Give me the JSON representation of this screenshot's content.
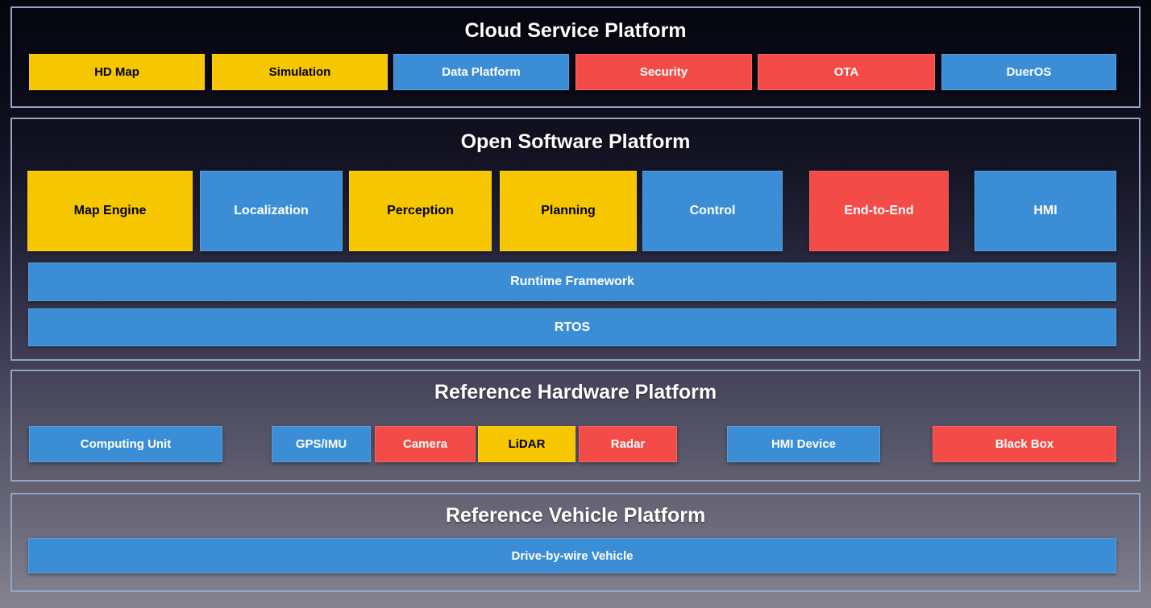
{
  "palette": {
    "yellow": {
      "bg": "#f6c601",
      "text": "#000000"
    },
    "blue": {
      "bg": "#3b8ed6",
      "text": "#ffffff"
    },
    "red": {
      "bg": "#f34b47",
      "text": "#ffffff"
    },
    "section_border": "#93a5c5",
    "title_text": "#ffffff"
  },
  "sections": [
    {
      "title": "Cloud Service Platform",
      "blocks": [
        {
          "label": "HD Map",
          "color": "yellow"
        },
        {
          "label": "Simulation",
          "color": "yellow"
        },
        {
          "label": "Data Platform",
          "color": "blue"
        },
        {
          "label": "Security",
          "color": "red"
        },
        {
          "label": "OTA",
          "color": "red"
        },
        {
          "label": "DuerOS",
          "color": "blue"
        }
      ]
    },
    {
      "title": "Open Software Platform",
      "blocks": [
        {
          "label": "Map Engine",
          "color": "yellow"
        },
        {
          "label": "Localization",
          "color": "blue"
        },
        {
          "label": "Perception",
          "color": "yellow"
        },
        {
          "label": "Planning",
          "color": "yellow"
        },
        {
          "label": "Control",
          "color": "blue"
        },
        {
          "label": "End-to-End",
          "color": "red"
        },
        {
          "label": "HMI",
          "color": "blue"
        }
      ],
      "bars": [
        {
          "label": "Runtime Framework",
          "color": "blue"
        },
        {
          "label": "RTOS",
          "color": "blue"
        }
      ]
    },
    {
      "title": "Reference Hardware Platform",
      "blocks": [
        {
          "label": "Computing Unit",
          "color": "blue"
        },
        {
          "label": "GPS/IMU",
          "color": "blue"
        },
        {
          "label": "Camera",
          "color": "red"
        },
        {
          "label": "LiDAR",
          "color": "yellow"
        },
        {
          "label": "Radar",
          "color": "red"
        },
        {
          "label": "HMI Device",
          "color": "blue"
        },
        {
          "label": "Black Box",
          "color": "red"
        }
      ]
    },
    {
      "title": "Reference Vehicle Platform",
      "bars": [
        {
          "label": "Drive-by-wire Vehicle",
          "color": "blue"
        }
      ]
    }
  ]
}
